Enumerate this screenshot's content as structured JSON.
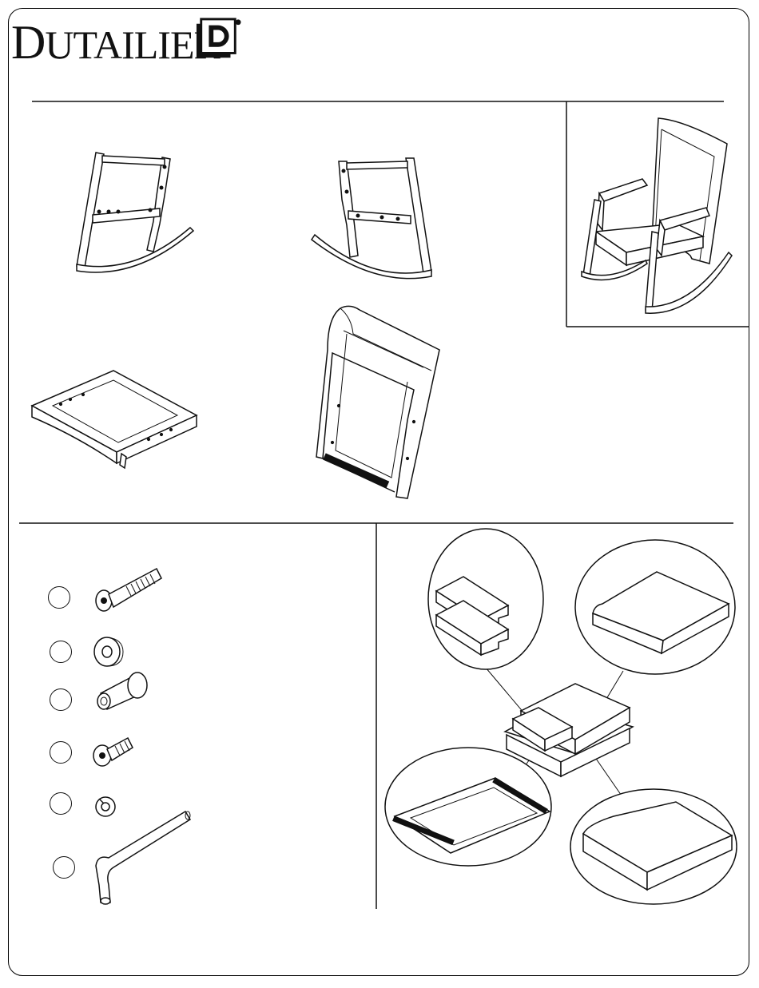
{
  "brand": {
    "name_first": "D",
    "name_rest": "UTAILIER",
    "mark_letter": "D",
    "registered": "®"
  },
  "parts": [
    {
      "name": "side-frame-left"
    },
    {
      "name": "side-frame-right"
    },
    {
      "name": "assembled-chair"
    },
    {
      "name": "seat-frame"
    },
    {
      "name": "backrest-frame"
    }
  ],
  "hardware": [
    {
      "item": "long-bolt"
    },
    {
      "item": "flat-washer"
    },
    {
      "item": "barrel-nut"
    },
    {
      "item": "short-bolt"
    },
    {
      "item": "lock-washer"
    },
    {
      "item": "allen-key"
    }
  ],
  "package": {
    "callouts": [
      "armrest-pads",
      "seat-cushion",
      "backrest-cover",
      "back-cushion"
    ]
  }
}
